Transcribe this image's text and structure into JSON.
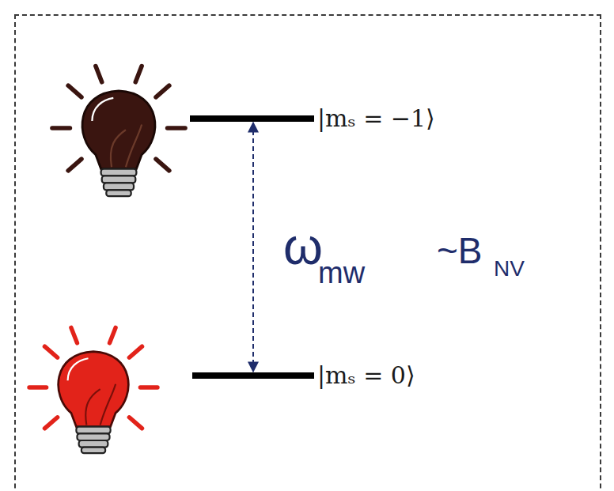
{
  "diagram": {
    "nodes": [
      {
        "text": [
          "|mₛ = −1⟩"
        ]
      },
      {
        "text": [
          "|mₛ = 0⟩"
        ]
      }
    ],
    "edges": [
      {
        "from": 0,
        "to": 1,
        "arrow": "both"
      }
    ],
    "labels": [
      "ω",
      "mw",
      "~B",
      "NV"
    ]
  }
}
